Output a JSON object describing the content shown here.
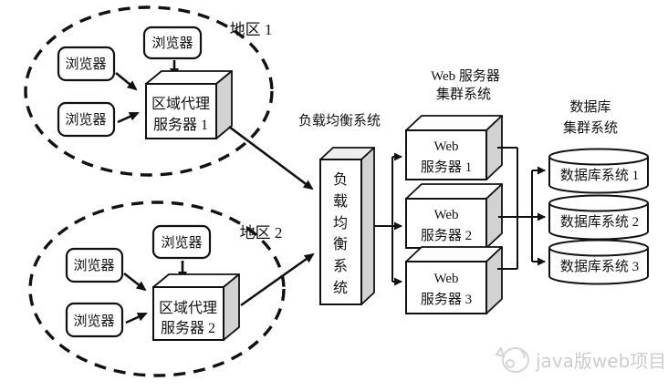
{
  "diagram": {
    "regions": [
      {
        "label": "地区 1",
        "browser_label": "浏览器",
        "proxy": {
          "line1": "区域代理",
          "line2": "服务器 1"
        }
      },
      {
        "label": "地区 2",
        "browser_label": "浏览器",
        "proxy": {
          "line1": "区域代理",
          "line2": "服务器 2"
        }
      }
    ],
    "load_balancer": {
      "title": "负载均衡系统",
      "chars": [
        "负",
        "载",
        "均",
        "衡",
        "系",
        "统"
      ]
    },
    "web_cluster": {
      "title_line1": "Web 服务器",
      "title_line2": "集群系统",
      "servers": [
        {
          "line1": "Web",
          "line2": "服务器 1"
        },
        {
          "line1": "Web",
          "line2": "服务器 2"
        },
        {
          "line1": "Web",
          "line2": "服务器 3"
        }
      ]
    },
    "db_cluster": {
      "title_line1": "数据库",
      "title_line2": "集群系统",
      "databases": [
        {
          "label": "数据库系统 1"
        },
        {
          "label": "数据库系统 2"
        },
        {
          "label": "数据库系统 3"
        }
      ]
    },
    "watermark": {
      "text": "java版web项目"
    },
    "colors": {
      "line": "#111111",
      "side_panel": "#d2d2d2",
      "lb_top": "#efefef",
      "watermark": "#cdcdcd",
      "background": "#ffffff"
    }
  }
}
